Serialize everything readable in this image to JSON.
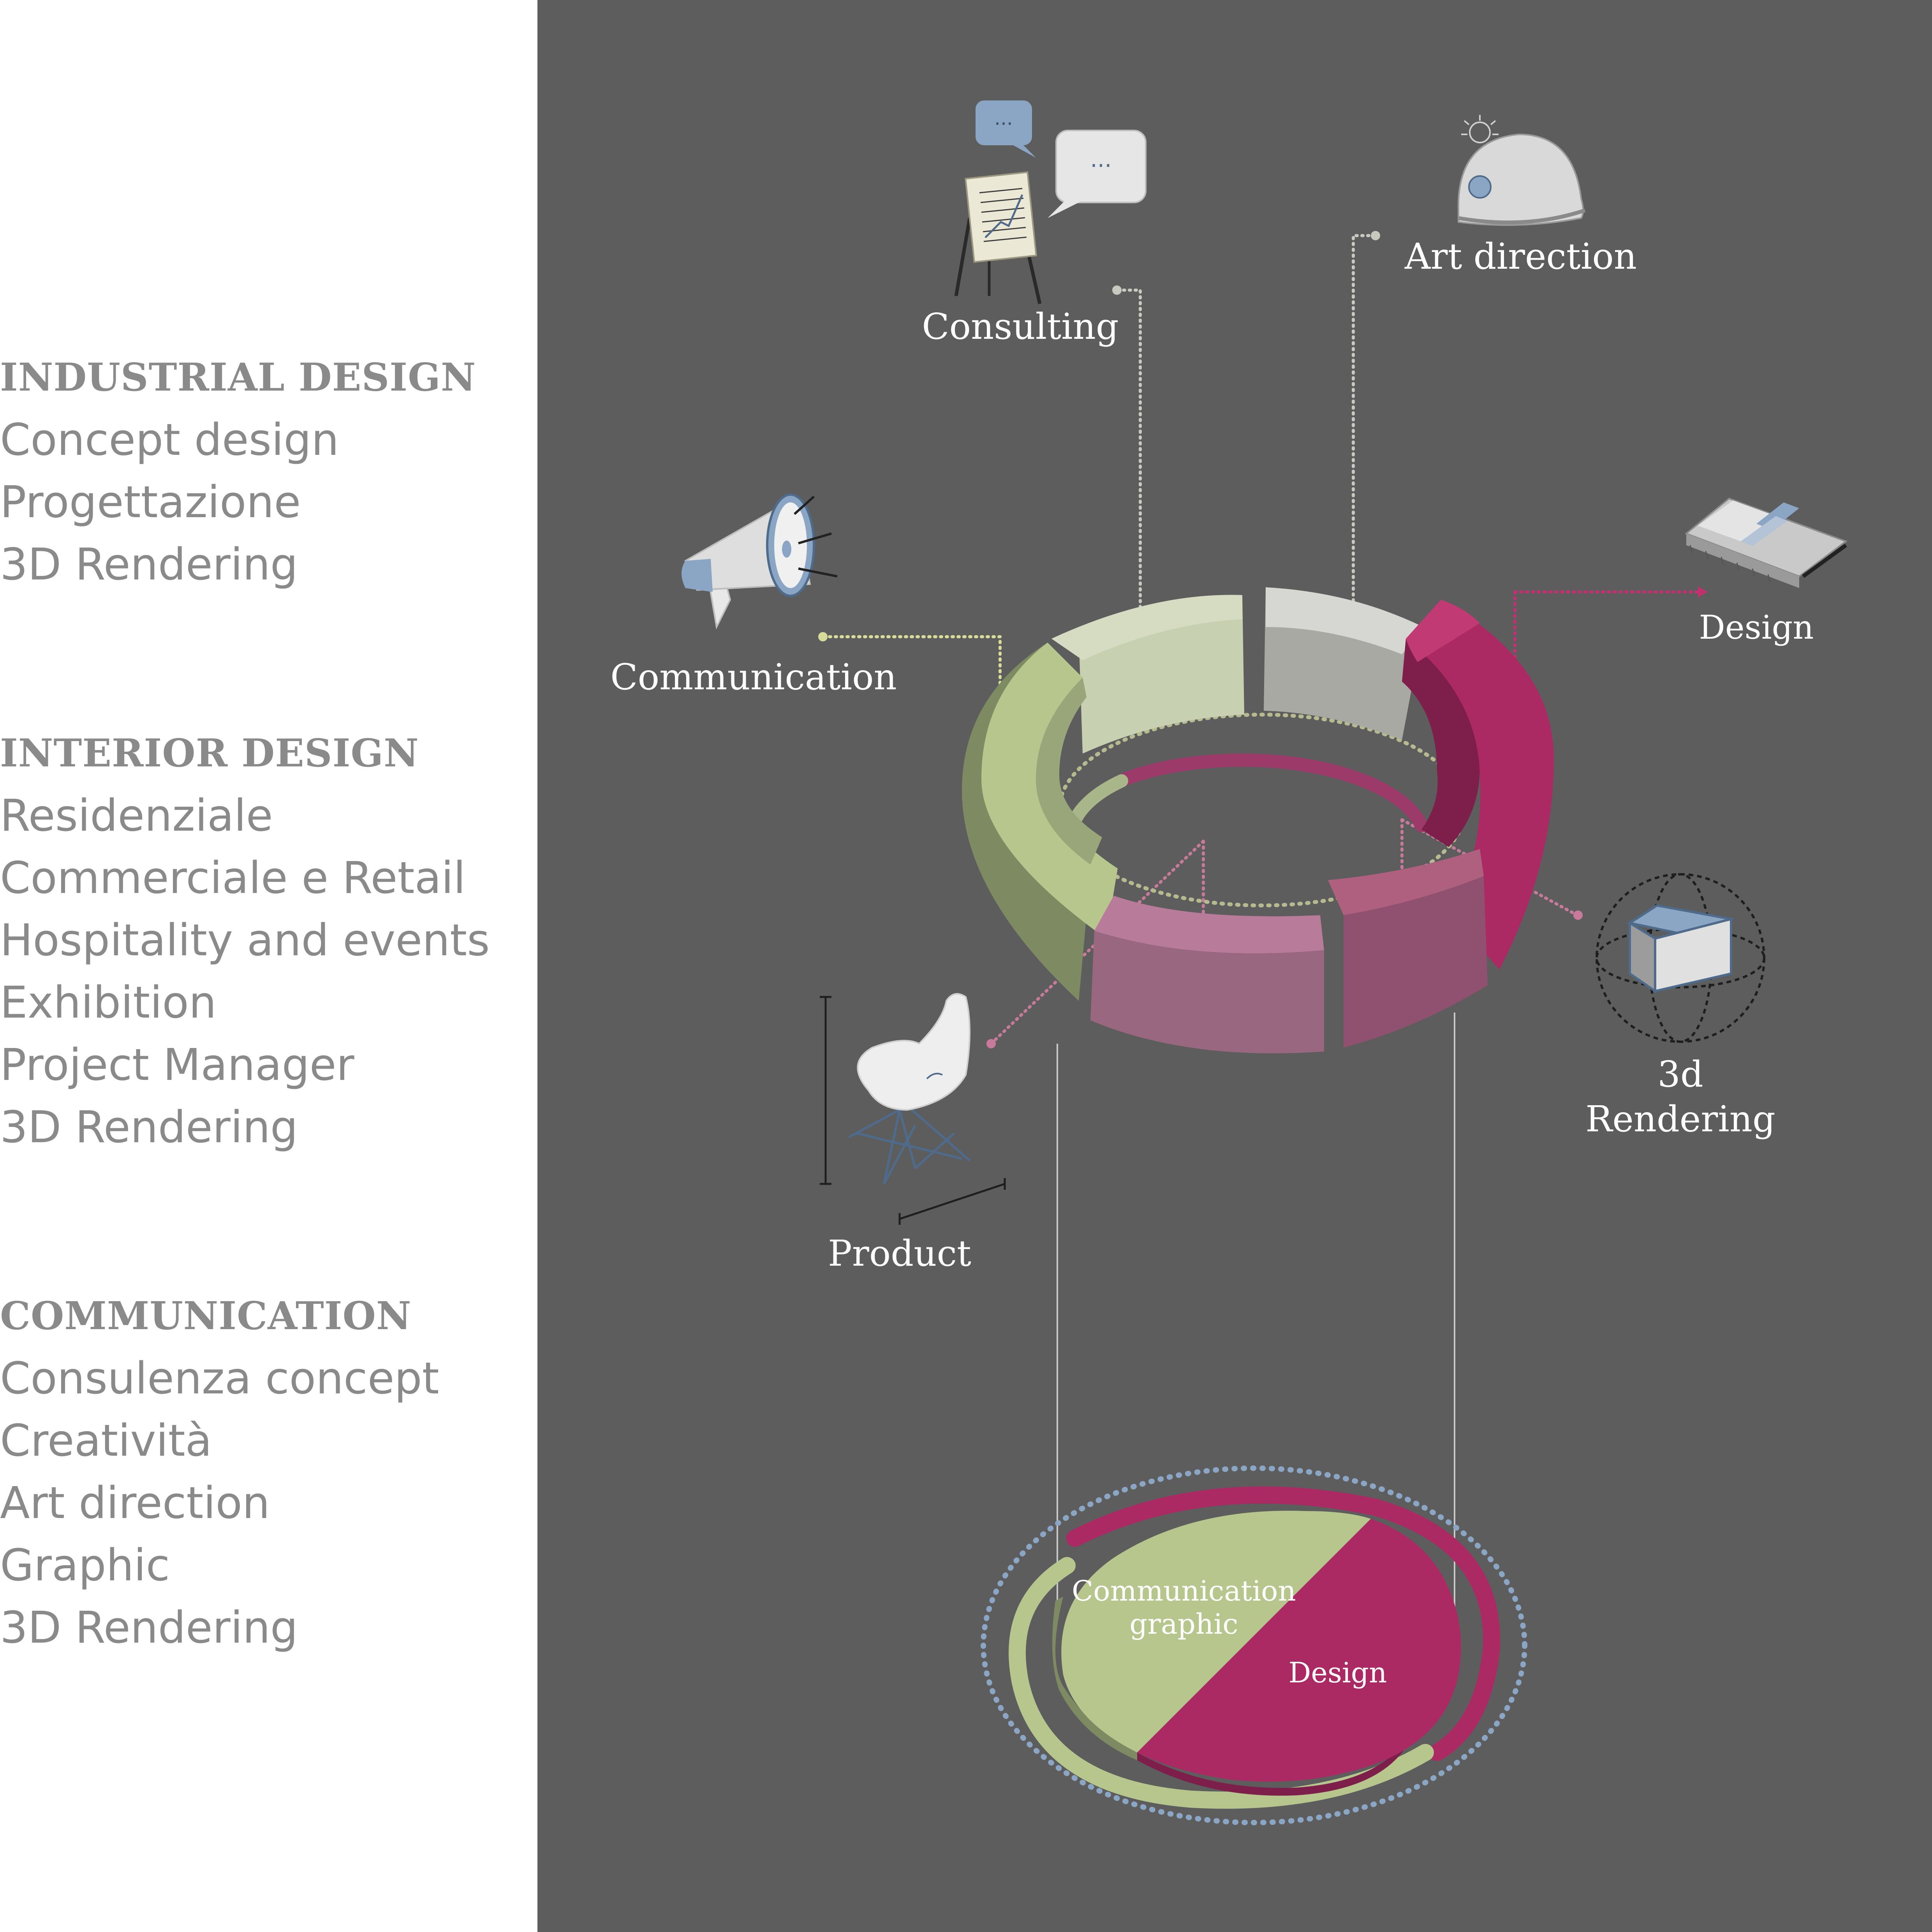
{
  "sections": [
    {
      "heading": "INDUSTRIAL DESIGN",
      "items": [
        "Concept design",
        "Progettazione",
        "3D Rendering"
      ]
    },
    {
      "heading": "INTERIOR DESIGN",
      "items": [
        "Residenziale",
        "Commerciale e Retail",
        "Hospitality and events",
        "Exhibition",
        "Project Manager",
        "3D Rendering"
      ]
    },
    {
      "heading": "COMMUNICATION",
      "items": [
        "Consulenza concept",
        "Creatività",
        "Art direction",
        "Graphic",
        "3D Rendering"
      ]
    }
  ],
  "diagram": {
    "labels": {
      "consulting": "Consulting",
      "art_direction": "Art direction",
      "communication": "Communication",
      "design": "Design",
      "rendering_line1": "3d",
      "rendering_line2": "Rendering",
      "product": "Product"
    },
    "bottom_pie": {
      "communication_line1": "Communication",
      "communication_line2": "graphic",
      "design": "Design"
    },
    "icons": [
      "speech-bubble-icon",
      "flipchart-icon",
      "hard-hat-icon",
      "megaphone-icon",
      "drawing-tools-icon",
      "cube-icon",
      "chair-icon"
    ]
  },
  "colors": {
    "background": "#5d5d5d",
    "green": "#b6c68c",
    "light_grey": "#d0d0cc",
    "magenta": "#ac2a63",
    "pink": "#b8708f",
    "blue_accent": "#8aa6c4"
  }
}
